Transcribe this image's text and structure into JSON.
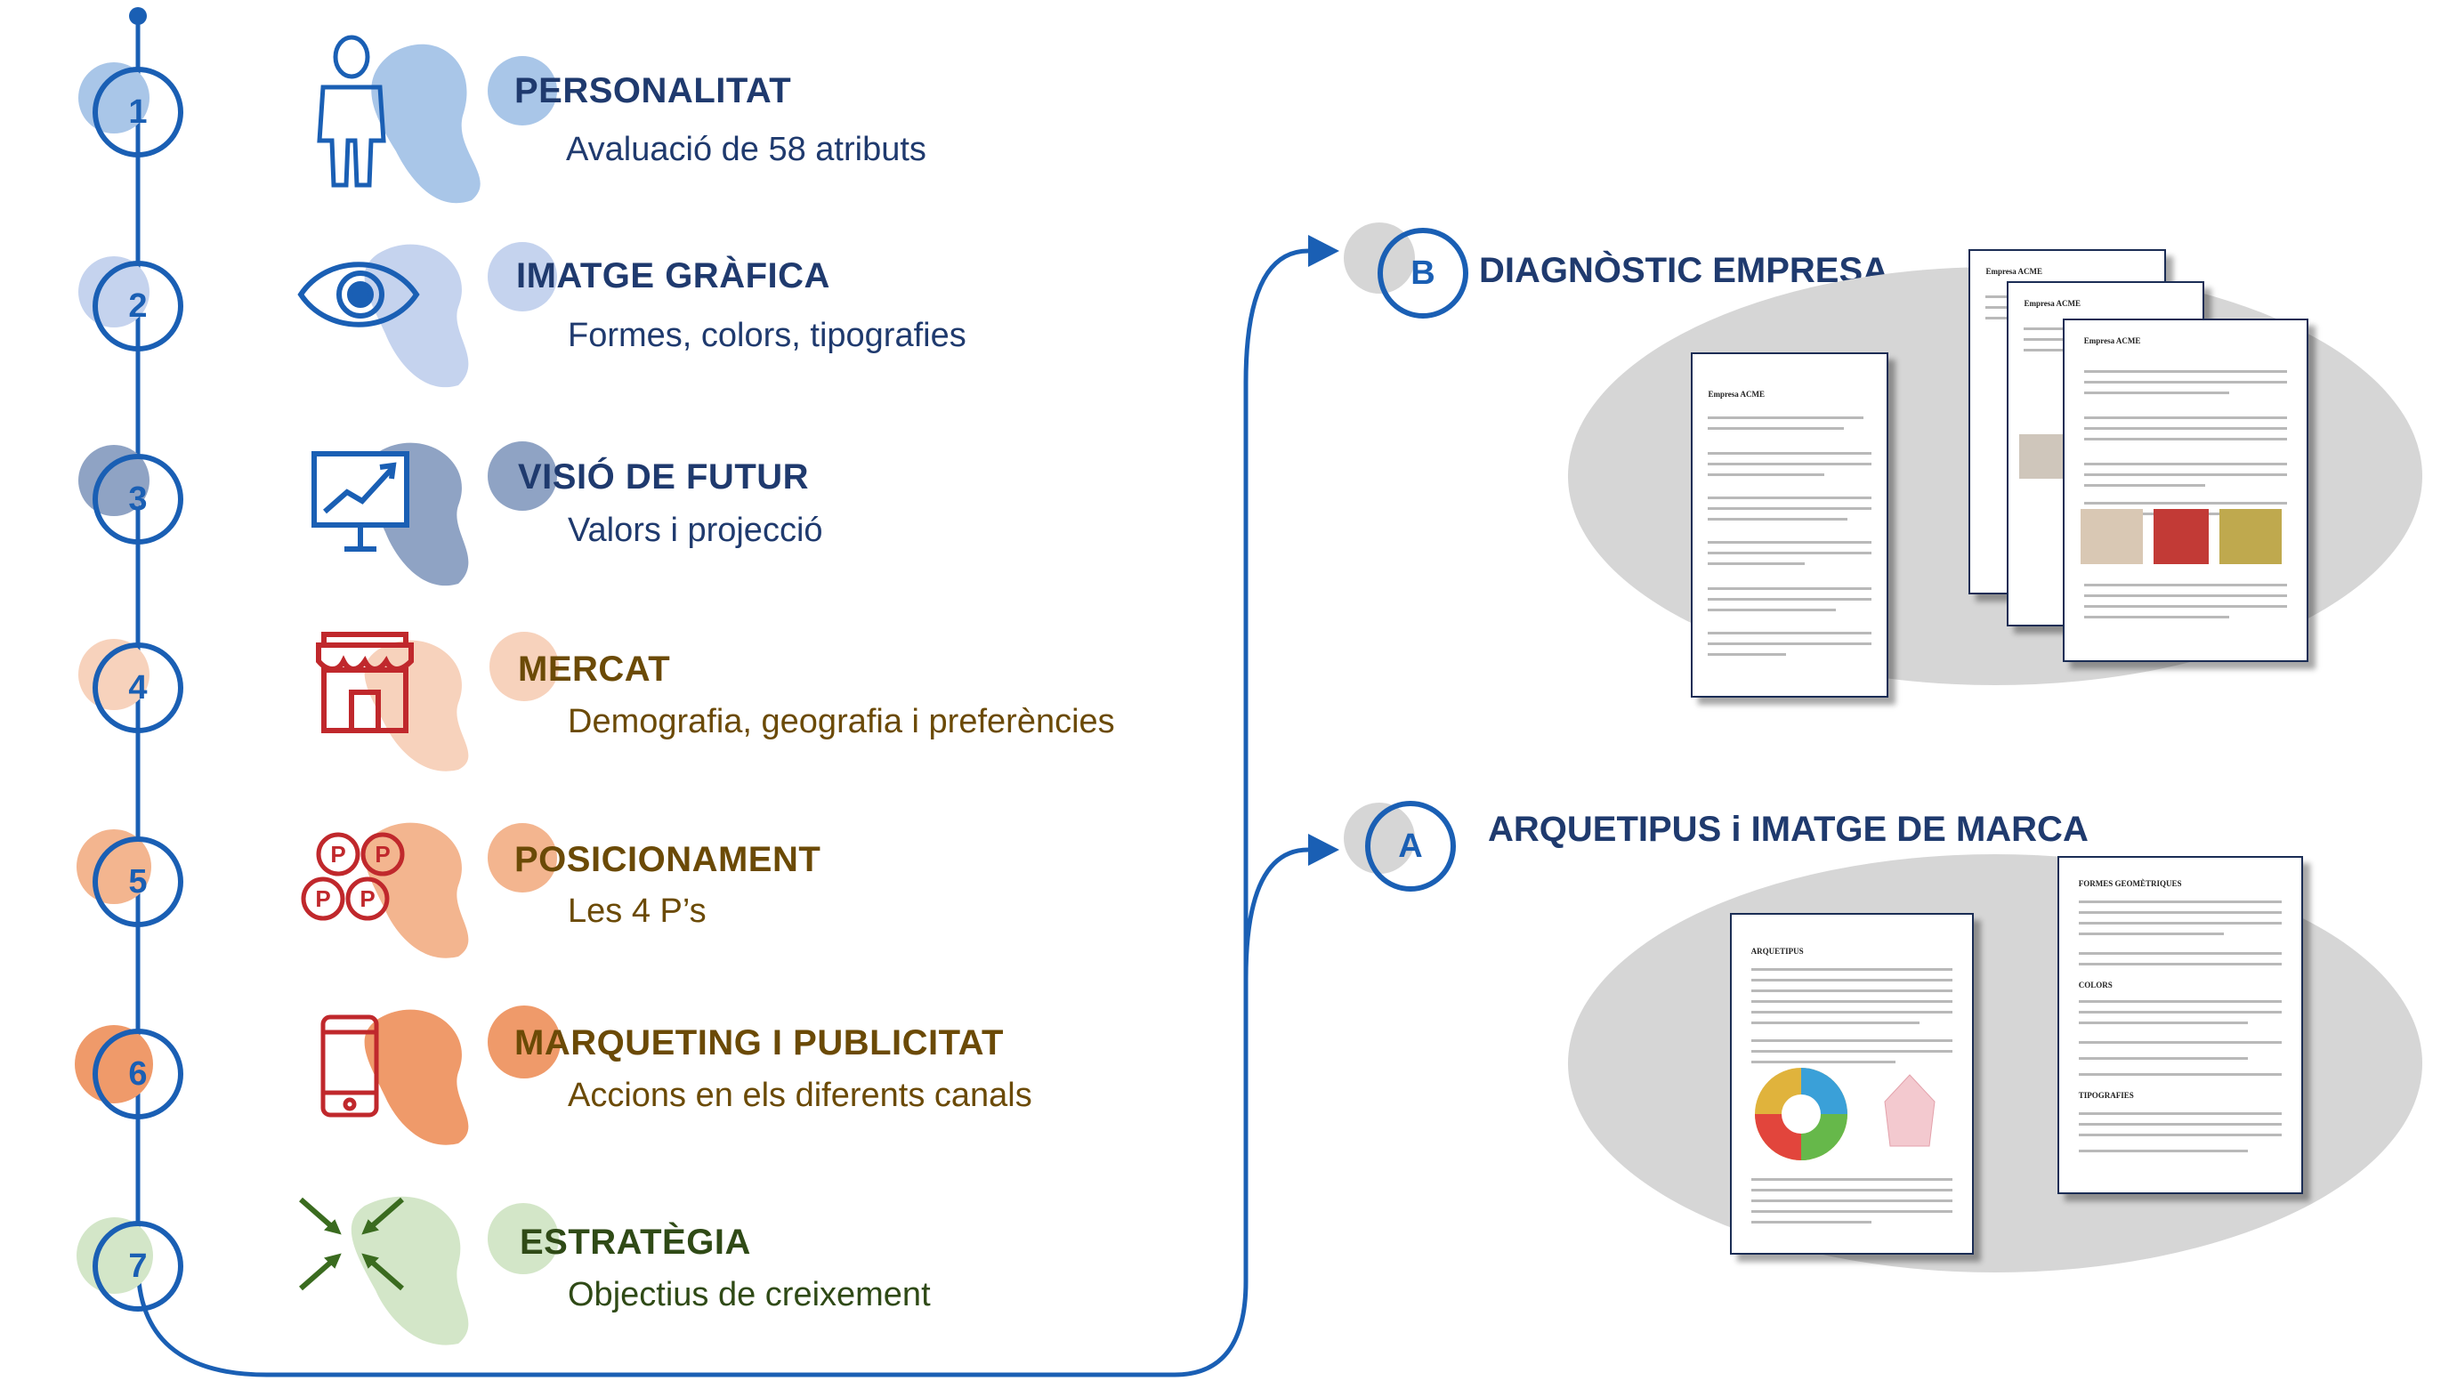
{
  "steps": [
    {
      "num": "1",
      "title": "PERSONALITAT",
      "subtitle": "Avaluació de 58 atributs",
      "icon": "person-icon",
      "color": "#a9c6e8",
      "text_color": "#1f3a6e"
    },
    {
      "num": "2",
      "title": "IMATGE GRÀFICA",
      "subtitle": "Formes, colors, tipografies",
      "icon": "eye-icon",
      "color": "#c5d3ee",
      "text_color": "#1f3a6e"
    },
    {
      "num": "3",
      "title": "VISIÓ DE FUTUR",
      "subtitle": "Valors i projecció",
      "icon": "presentation-chart-icon",
      "color": "#8fa3c4",
      "text_color": "#1f3a6e"
    },
    {
      "num": "4",
      "title": "MERCAT",
      "subtitle": "Demografia, geografia i preferències",
      "icon": "store-icon",
      "color": "#f7d2bc",
      "text_color": "#6b4a06"
    },
    {
      "num": "5",
      "title": "POSICIONAMENT",
      "subtitle": "Les 4 P’s",
      "icon": "four-p-icon",
      "color": "#f3b58f",
      "text_color": "#6b4a06"
    },
    {
      "num": "6",
      "title": "MARQUETING I PUBLICITAT",
      "subtitle": "Accions en els diferents canals",
      "icon": "smartphone-icon",
      "color": "#ef9a6a",
      "text_color": "#6b4a06"
    },
    {
      "num": "7",
      "title": "ESTRATÈGIA",
      "subtitle": "Objectius de creixement",
      "icon": "converge-arrows-icon",
      "color": "#d3e6c8",
      "text_color": "#2f4a16"
    }
  ],
  "outputs": [
    {
      "letter": "B",
      "title": "DIAGNÒSTIC EMPRESA"
    },
    {
      "letter": "A",
      "title": "ARQUETIPUS i IMATGE DE MARCA"
    }
  ],
  "colors": {
    "line": "#1a5fb4",
    "gray": "#d6d6d6"
  }
}
